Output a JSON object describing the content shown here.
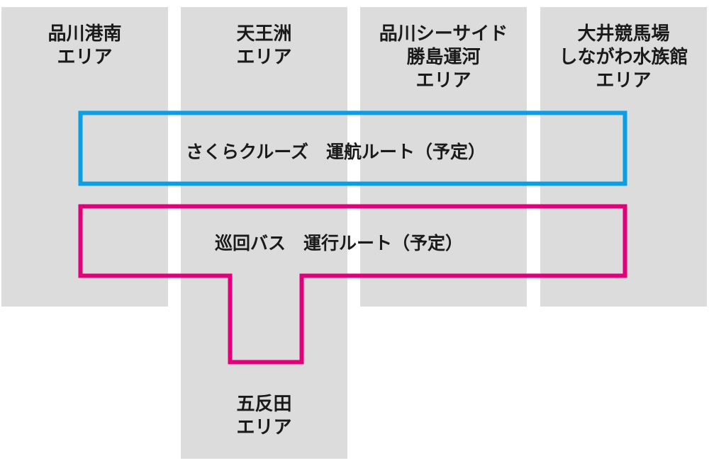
{
  "areas": [
    {
      "name": "品川港南\nエリア"
    },
    {
      "name": "天王洲\nエリア"
    },
    {
      "name": "品川シーサイド\n勝島運河\nエリア"
    },
    {
      "name": "大井競馬場\nしながわ水族館\nエリア"
    },
    {
      "name": "五反田\nエリア"
    }
  ],
  "routes": {
    "cruise": {
      "label": "さくらクルーズ　運航ルート（予定）",
      "color": "#0a9fe3"
    },
    "bus": {
      "label": "巡回バス　運行ルート（予定）",
      "color": "#e0007a"
    }
  }
}
